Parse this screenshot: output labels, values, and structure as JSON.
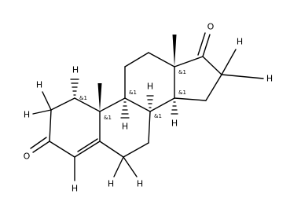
{
  "structure": {
    "hydrogen_symbol": "H",
    "oxygen_symbol": "O",
    "stereo_descriptor": "&1"
  }
}
